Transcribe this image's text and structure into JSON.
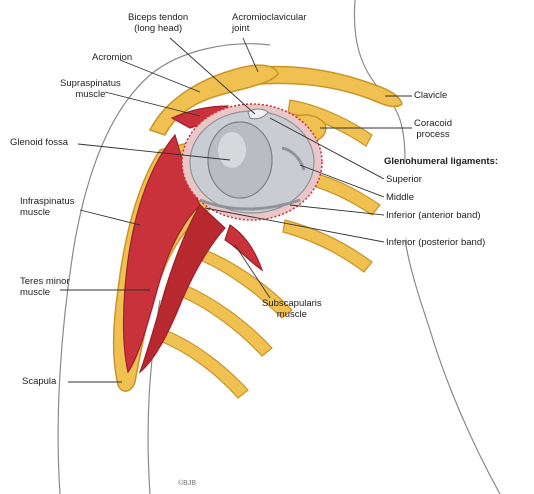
{
  "colors": {
    "bone": "#f0c050",
    "bone_edge": "#c9952a",
    "muscle": "#c9323a",
    "muscle_dark": "#9e2128",
    "cartilage": "#c9ccd0",
    "glenoid": "#b9bcc0",
    "skin_line": "#8a8a8a",
    "leader": "#333333"
  },
  "labels": {
    "biceps_tendon": "Biceps tendon\n(long head)",
    "acromioclavicular_joint": "Acromioclavicular\njoint",
    "acromion": "Acromion",
    "supraspinatus": "Supraspinatus\nmuscle",
    "clavicle": "Clavicle",
    "coracoid": "Coracoid\nprocess",
    "glenoid_fossa": "Glenoid fossa",
    "glenohumeral_heading": "Glenohumeral ligaments:",
    "superior": "Superior",
    "middle": "Middle",
    "inferior_anterior": "Inferior (anterior band)",
    "inferior_posterior": "Inferior (posterior band)",
    "infraspinatus": "Infraspinatus\nmuscle",
    "teres_minor": "Teres minor\nmuscle",
    "subscapularis": "Subscapularis\nmuscle",
    "scapula": "Scapula",
    "signature": "©BJB"
  }
}
